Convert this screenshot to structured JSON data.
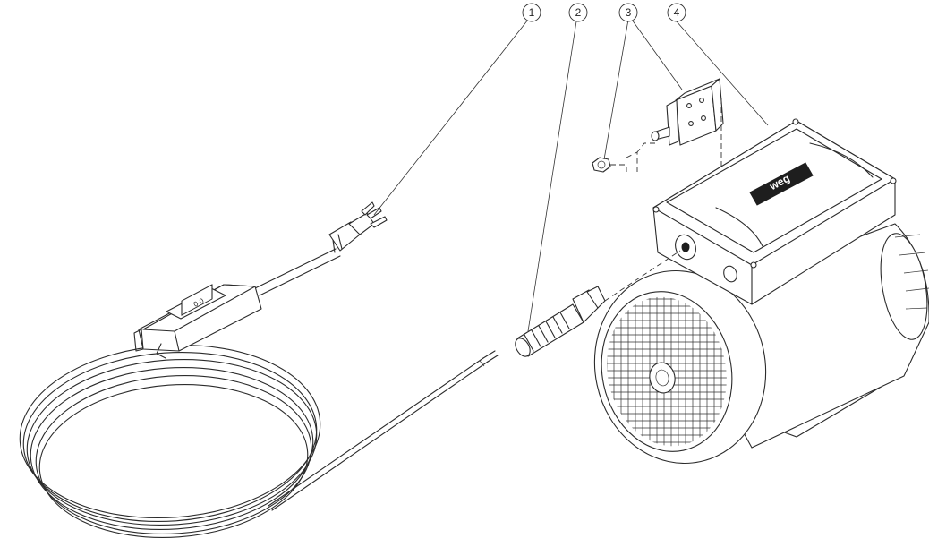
{
  "callouts": [
    {
      "id": "c1",
      "label": "1",
      "part": "gfci-cord"
    },
    {
      "id": "c2",
      "label": "2",
      "part": "strain-relief-fitting"
    },
    {
      "id": "c3",
      "label": "3",
      "part": "toggle-switch"
    },
    {
      "id": "c4",
      "label": "4",
      "part": "motor"
    }
  ],
  "gfci_label": "0-0",
  "motor_logo": "weg"
}
